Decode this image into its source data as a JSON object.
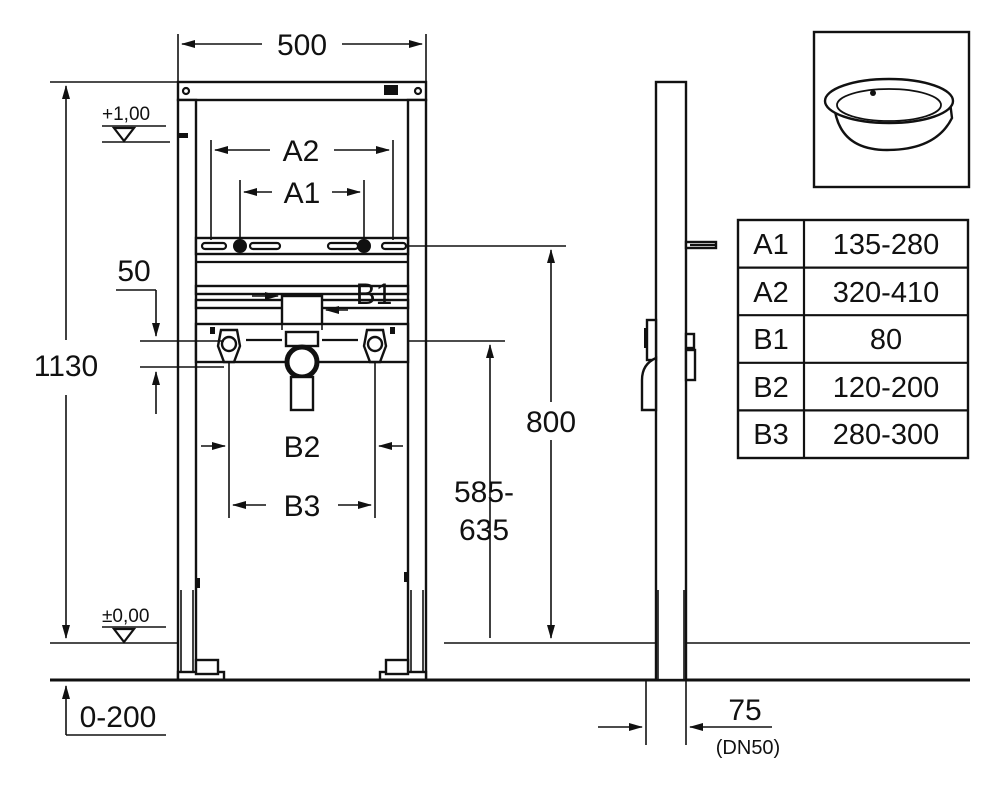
{
  "dimensions": {
    "width_total": "500",
    "height_total": "1130",
    "a2": "A2",
    "a1": "A1",
    "b1": "B1",
    "b2": "B2",
    "b3": "B3",
    "offset_50": "50",
    "height_800": "800",
    "height_range_top": "585-",
    "height_range_bottom": "635",
    "floor_adjust": "0-200",
    "depth_75": "75",
    "depth_note": "(DN50)"
  },
  "levels": {
    "upper": "+1,00",
    "floor": "±0,00"
  },
  "legend_table": {
    "rows": [
      {
        "key": "A1",
        "value": "135-280"
      },
      {
        "key": "A2",
        "value": "320-410"
      },
      {
        "key": "B1",
        "value": "80"
      },
      {
        "key": "B2",
        "value": "120-200"
      },
      {
        "key": "B3",
        "value": "280-300"
      }
    ]
  },
  "icons": {
    "basin": "washbasin-icon"
  }
}
